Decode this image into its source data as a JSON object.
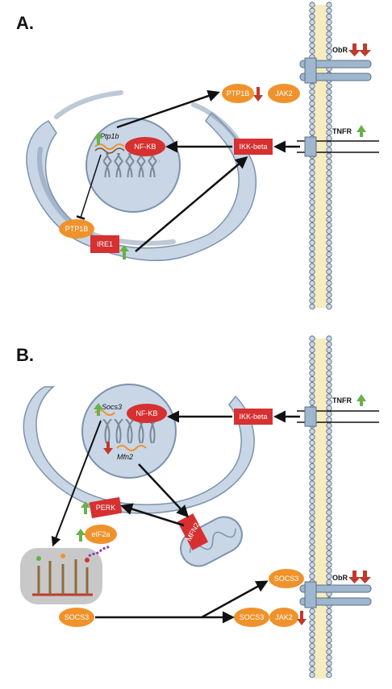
{
  "panel_a": {
    "label": "A.",
    "gene": "Ptp1b",
    "nfkb": "NF-KB",
    "ikk": "IKK-beta",
    "ptp1b_top": "PTP1B",
    "jak2": "JAK2",
    "ptp1b_er": "PTP1B",
    "ire1": "IRE1",
    "obr": "ObR",
    "tnfr": "TNFR"
  },
  "panel_b": {
    "label": "B.",
    "gene_socs3": "Socs3",
    "gene_mfn2": "Mfn2",
    "nfkb": "NF-KB",
    "ikk": "IKK-beta",
    "perk": "PERK",
    "mfn2": "MFN2",
    "eif2a": "eIF2a",
    "socs3_left": "SOCS3",
    "socs3_top": "SOCS3",
    "socs3_bottom": "SOCS3",
    "jak2": "JAK2",
    "obr": "ObR",
    "tnfr": "TNFR"
  },
  "colors": {
    "up_arrow": "#6ab04c",
    "down_arrow": "#c0392b",
    "orange_pill": "#f0922b",
    "red_pill": "#d63031",
    "er": "#c8d6e6",
    "er_stroke": "#7d93ad",
    "membrane_bead": "#c9d7ea",
    "membrane_core": "#f7ecbf"
  },
  "icons": [
    "up-arrow-icon",
    "down-arrow-icon",
    "dna-helix-icon",
    "mrna-icon",
    "ribosome-icon",
    "mitochondrion-icon"
  ]
}
